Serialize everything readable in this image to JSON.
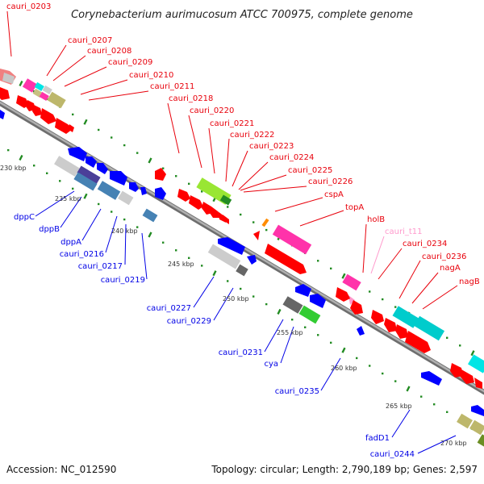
{
  "title": "Corynebacterium aurimucosum ATCC 700975, complete genome",
  "footer": {
    "accession": "Accession: NC_012590",
    "summary": "Topology: circular; Length: 2,790,189 bp; Genes: 2,597"
  },
  "colors": {
    "forward_label": "#e8000b",
    "reverse_label": "#0000e6",
    "trna_label": "#ff99cc",
    "backbone": "#8c8c8c",
    "tick": "#228b22",
    "cds_forward": "#ff0000",
    "cds_reverse": "#0000ff"
  },
  "ticks": [
    {
      "label": "230 kbp"
    },
    {
      "label": "235 kbp"
    },
    {
      "label": "240 kbp"
    },
    {
      "label": "245 kbp"
    },
    {
      "label": "250 kbp"
    },
    {
      "label": "255 kbp"
    },
    {
      "label": "260 kbp"
    },
    {
      "label": "265 kbp"
    },
    {
      "label": "270 kbp"
    }
  ],
  "forward_labels": [
    {
      "text": "cauri_0203"
    },
    {
      "text": "cauri_0207"
    },
    {
      "text": "cauri_0208"
    },
    {
      "text": "cauri_0209"
    },
    {
      "text": "cauri_0210"
    },
    {
      "text": "cauri_0211"
    },
    {
      "text": "cauri_0218"
    },
    {
      "text": "cauri_0220"
    },
    {
      "text": "cauri_0221"
    },
    {
      "text": "cauri_0222"
    },
    {
      "text": "cauri_0223"
    },
    {
      "text": "cauri_0224"
    },
    {
      "text": "cauri_0225"
    },
    {
      "text": "cauri_0226"
    },
    {
      "text": "cspA"
    },
    {
      "text": "topA"
    },
    {
      "text": "holB"
    },
    {
      "text": "cauri_t11",
      "trna": true
    },
    {
      "text": "cauri_0234"
    },
    {
      "text": "cauri_0236"
    },
    {
      "text": "nagA"
    },
    {
      "text": "nagB"
    }
  ],
  "reverse_labels": [
    {
      "text": "dppC"
    },
    {
      "text": "dppB"
    },
    {
      "text": "dppA"
    },
    {
      "text": "cauri_0216"
    },
    {
      "text": "cauri_0217"
    },
    {
      "text": "cauri_0219"
    },
    {
      "text": "cauri_0227"
    },
    {
      "text": "cauri_0229"
    },
    {
      "text": "cauri_0231"
    },
    {
      "text": "cya"
    },
    {
      "text": "cauri_0235"
    },
    {
      "text": "fadD1"
    },
    {
      "text": "cauri_0244"
    }
  ]
}
